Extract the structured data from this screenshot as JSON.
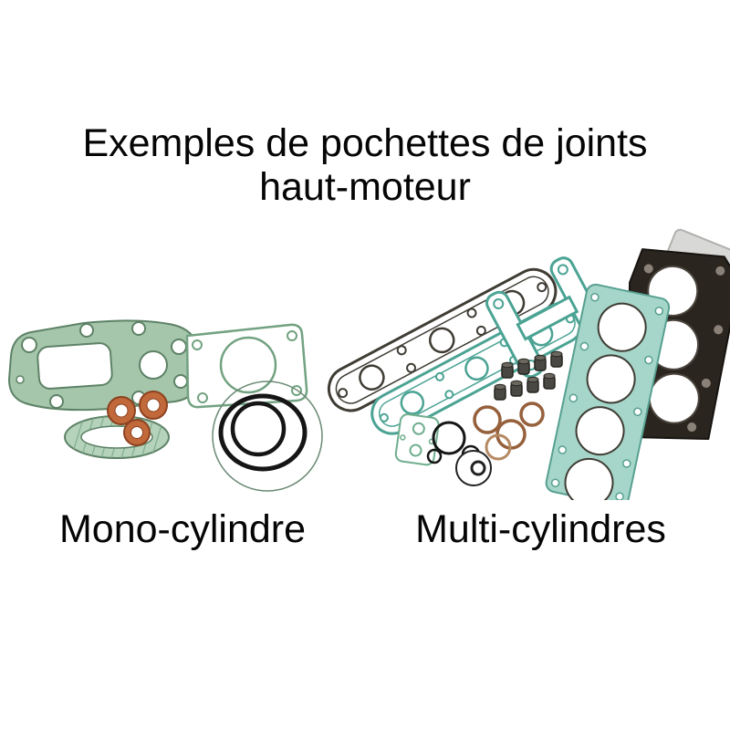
{
  "title": {
    "line1": "Exemples de pochettes de joints",
    "line2": "haut-moteur"
  },
  "captions": {
    "mono": "Mono-cylindre",
    "multi": "Multi-cylindres"
  },
  "illustration": {
    "mono_kit": "mono-cylinder-gasket-kit",
    "multi_kit": "multi-cylinder-gasket-kit"
  },
  "colors": {
    "background": "#ffffff",
    "text": "#050505",
    "gasket_green_fill": "#a6c6ab",
    "gasket_green_stroke": "#5d8266",
    "gasket_teal": "#4ba394",
    "head_gasket_fill": "#a5d6c9",
    "copper_washer": "#c1693b",
    "o_ring_black": "#151515",
    "dark_gasket": "#2b2520",
    "metal_gray": "#d8d8d6"
  }
}
